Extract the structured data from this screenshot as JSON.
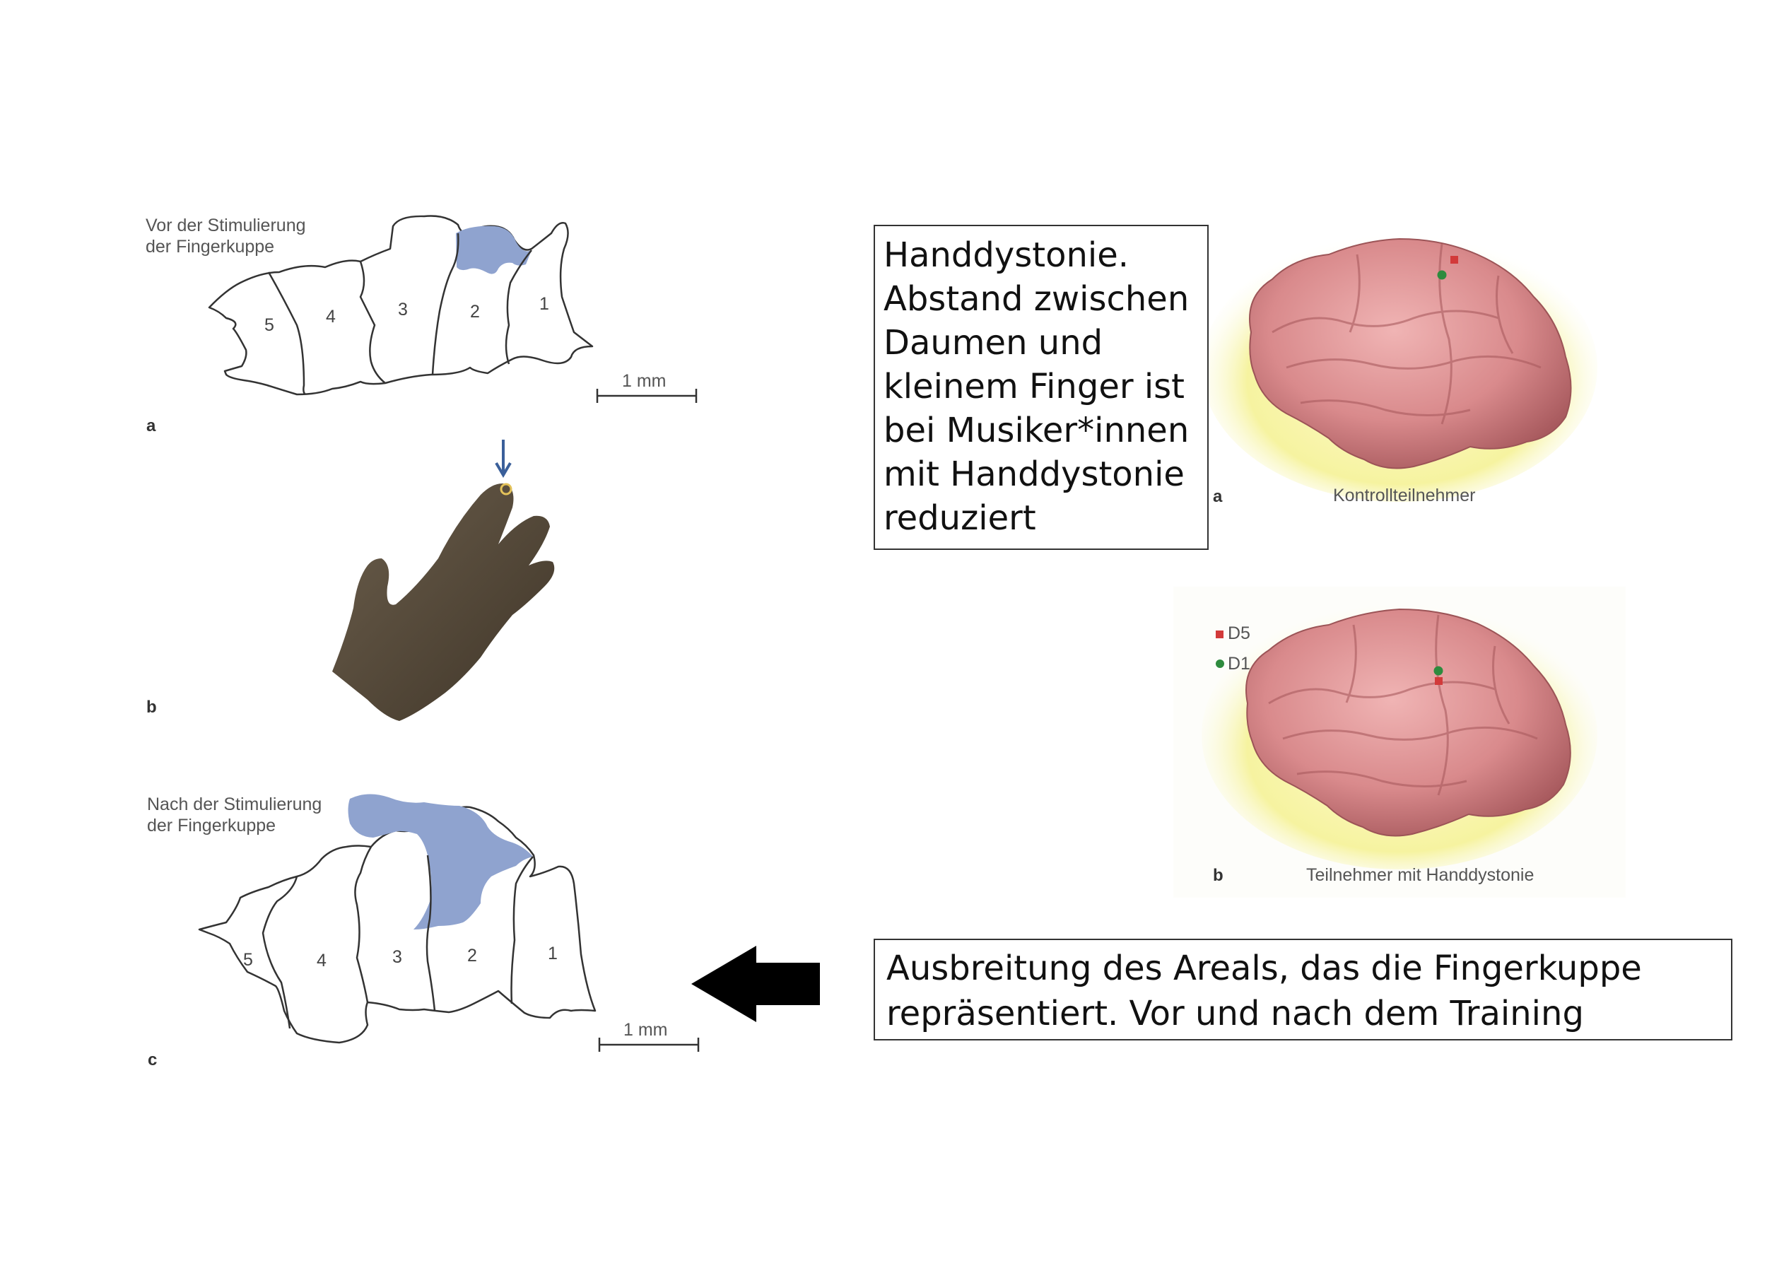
{
  "panel_a": {
    "title_line1": "Vor der Stimulierung",
    "title_line2": "der Fingerkuppe",
    "digits": [
      "5",
      "4",
      "3",
      "2",
      "1"
    ],
    "scale": "1 mm",
    "letter": "a"
  },
  "panel_b": {
    "letter": "b"
  },
  "panel_c": {
    "title_line1": "Nach der Stimulierung",
    "title_line2": "der Fingerkuppe",
    "digits": [
      "5",
      "4",
      "3",
      "2",
      "1"
    ],
    "scale": "1 mm",
    "letter": "c"
  },
  "brain_a": {
    "letter": "a",
    "label": "Kontrollteilnehmer"
  },
  "brain_b": {
    "letter": "b",
    "label": "Teilnehmer mit Handdystonie"
  },
  "legend": {
    "d5": "D5",
    "d1": "D1"
  },
  "box_dystonia": {
    "lines": [
      "Handdystonie.",
      "Abstand zwischen",
      "Daumen und",
      "kleinem Finger ist",
      "bei Musiker*innen",
      "mit Handdystonie",
      "reduziert"
    ]
  },
  "box_expansion": {
    "lines": [
      "Ausbreitung des Areals, das die Fingerkuppe",
      "repräsentiert. Vor und nach dem Training"
    ]
  },
  "colors": {
    "stimulated_area": "#8fa3cf",
    "brain": "#d98a8c",
    "d5_marker": "#d23a3a",
    "d1_marker": "#2e8b3e",
    "arrow": "#000000"
  }
}
